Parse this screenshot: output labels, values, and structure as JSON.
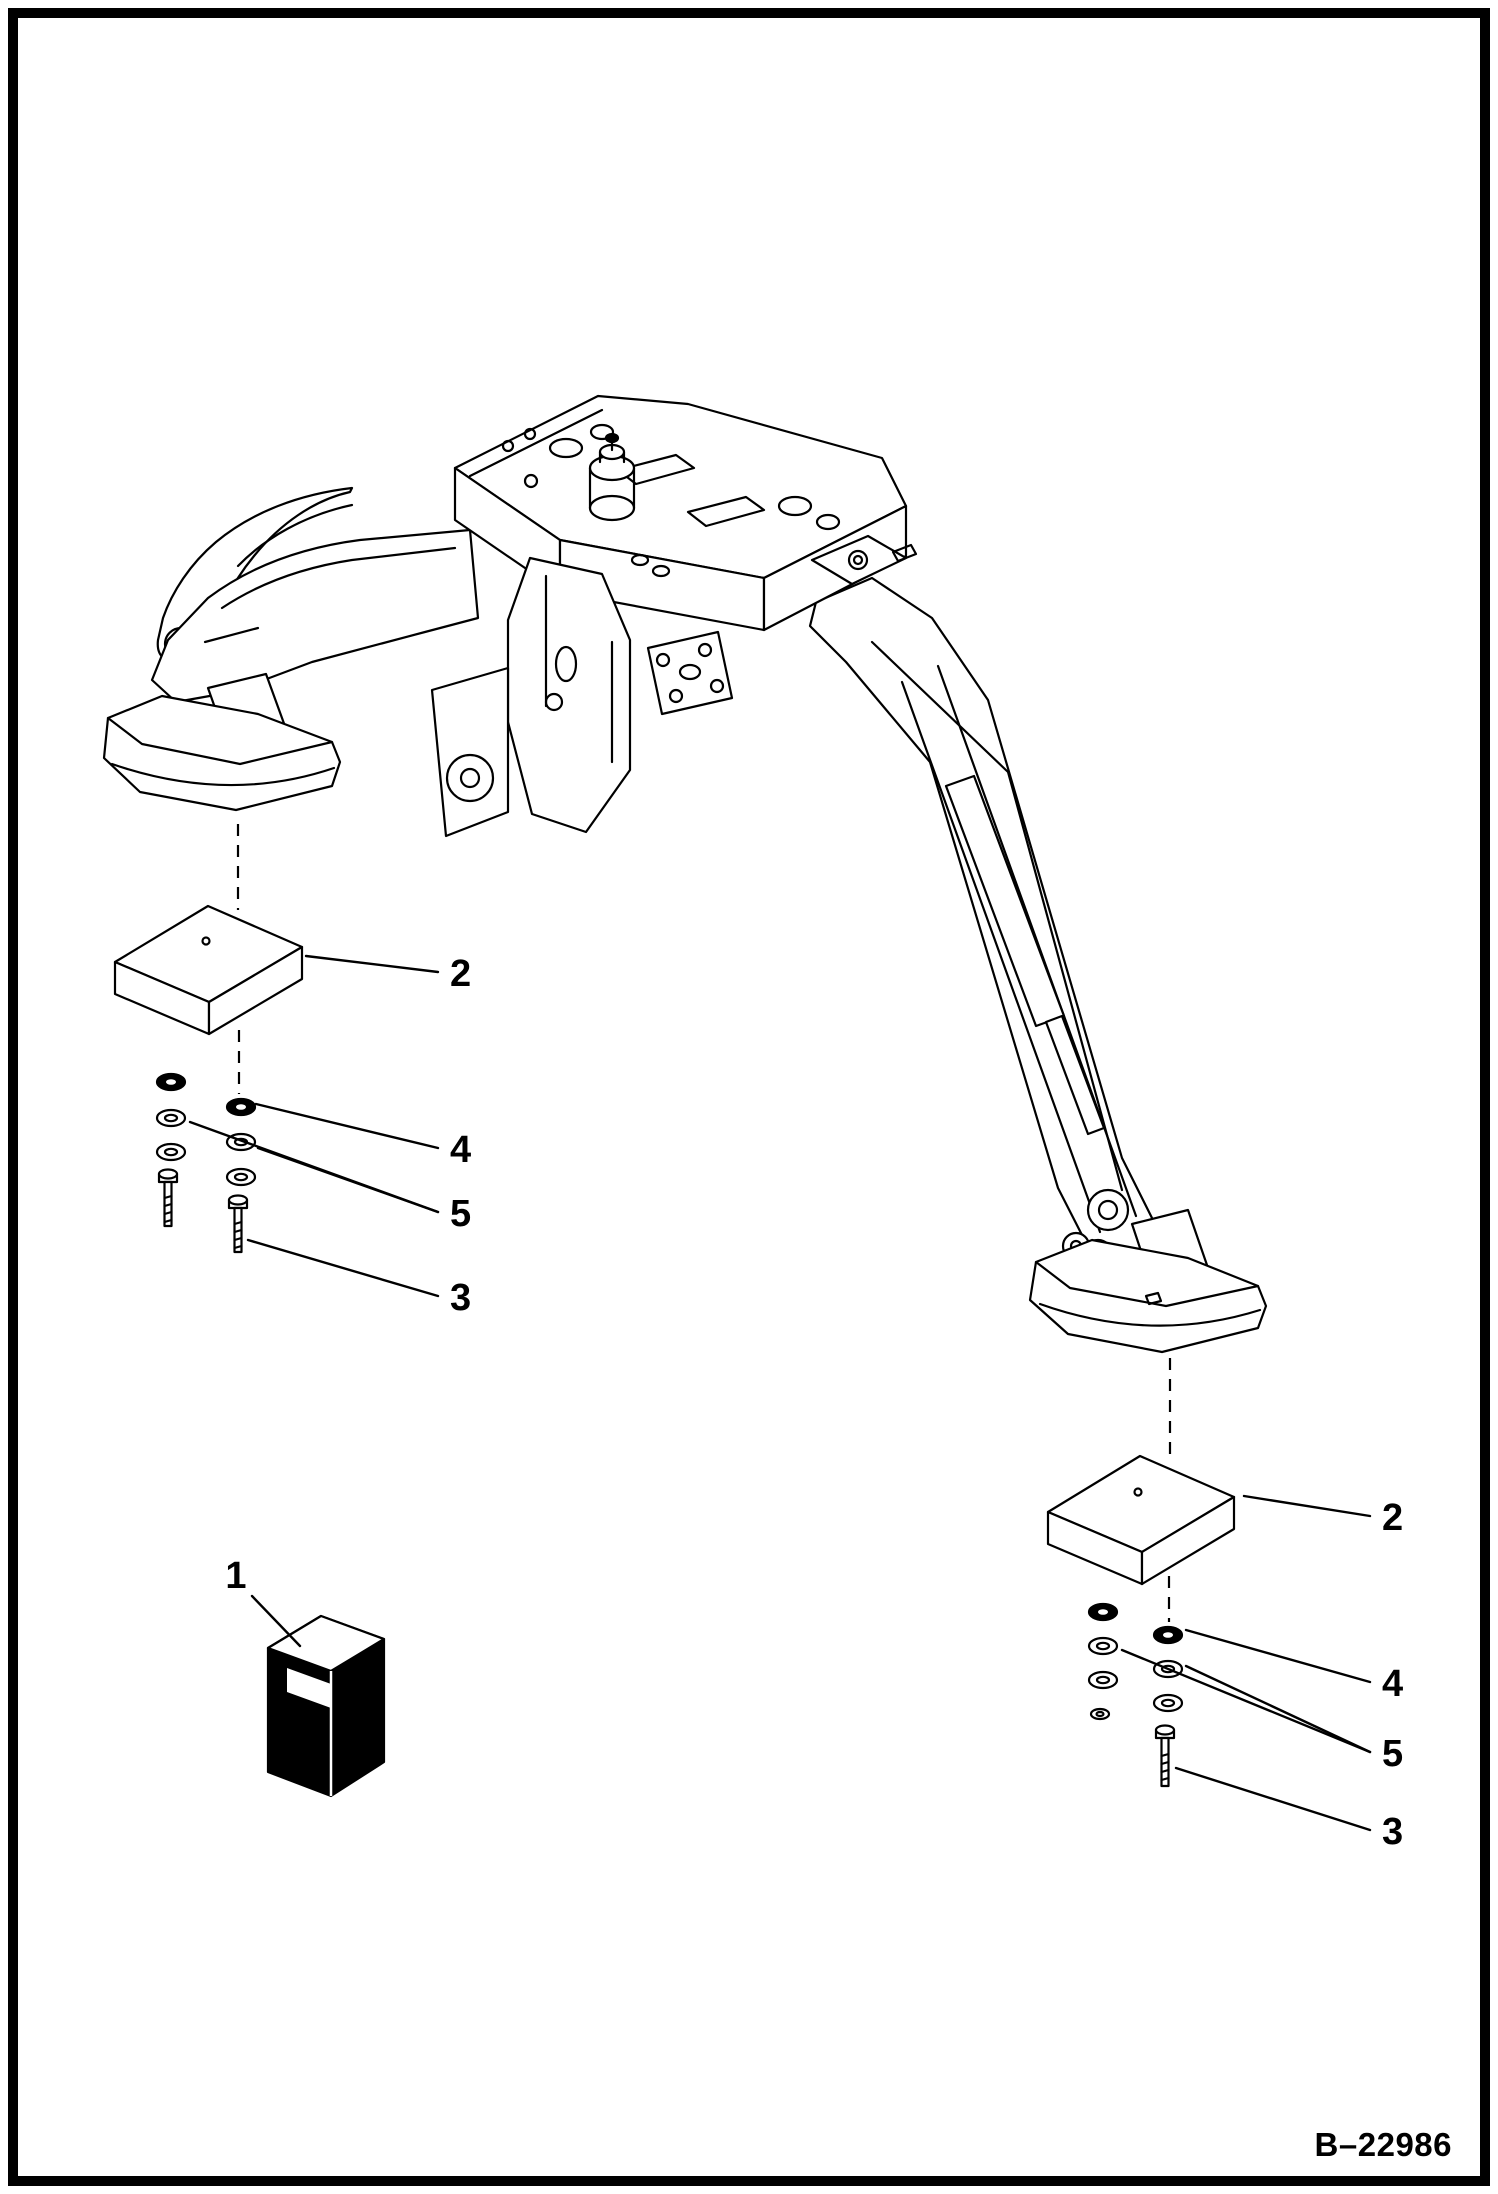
{
  "figure": {
    "ref": "B–22986"
  },
  "callouts": {
    "kit": "1",
    "left": {
      "pad": "2",
      "lock_washer": "4",
      "flat_washer": "5",
      "bolt": "3"
    },
    "right": {
      "pad": "2",
      "lock_washer": "4",
      "flat_washer": "5",
      "bolt": "3"
    }
  }
}
